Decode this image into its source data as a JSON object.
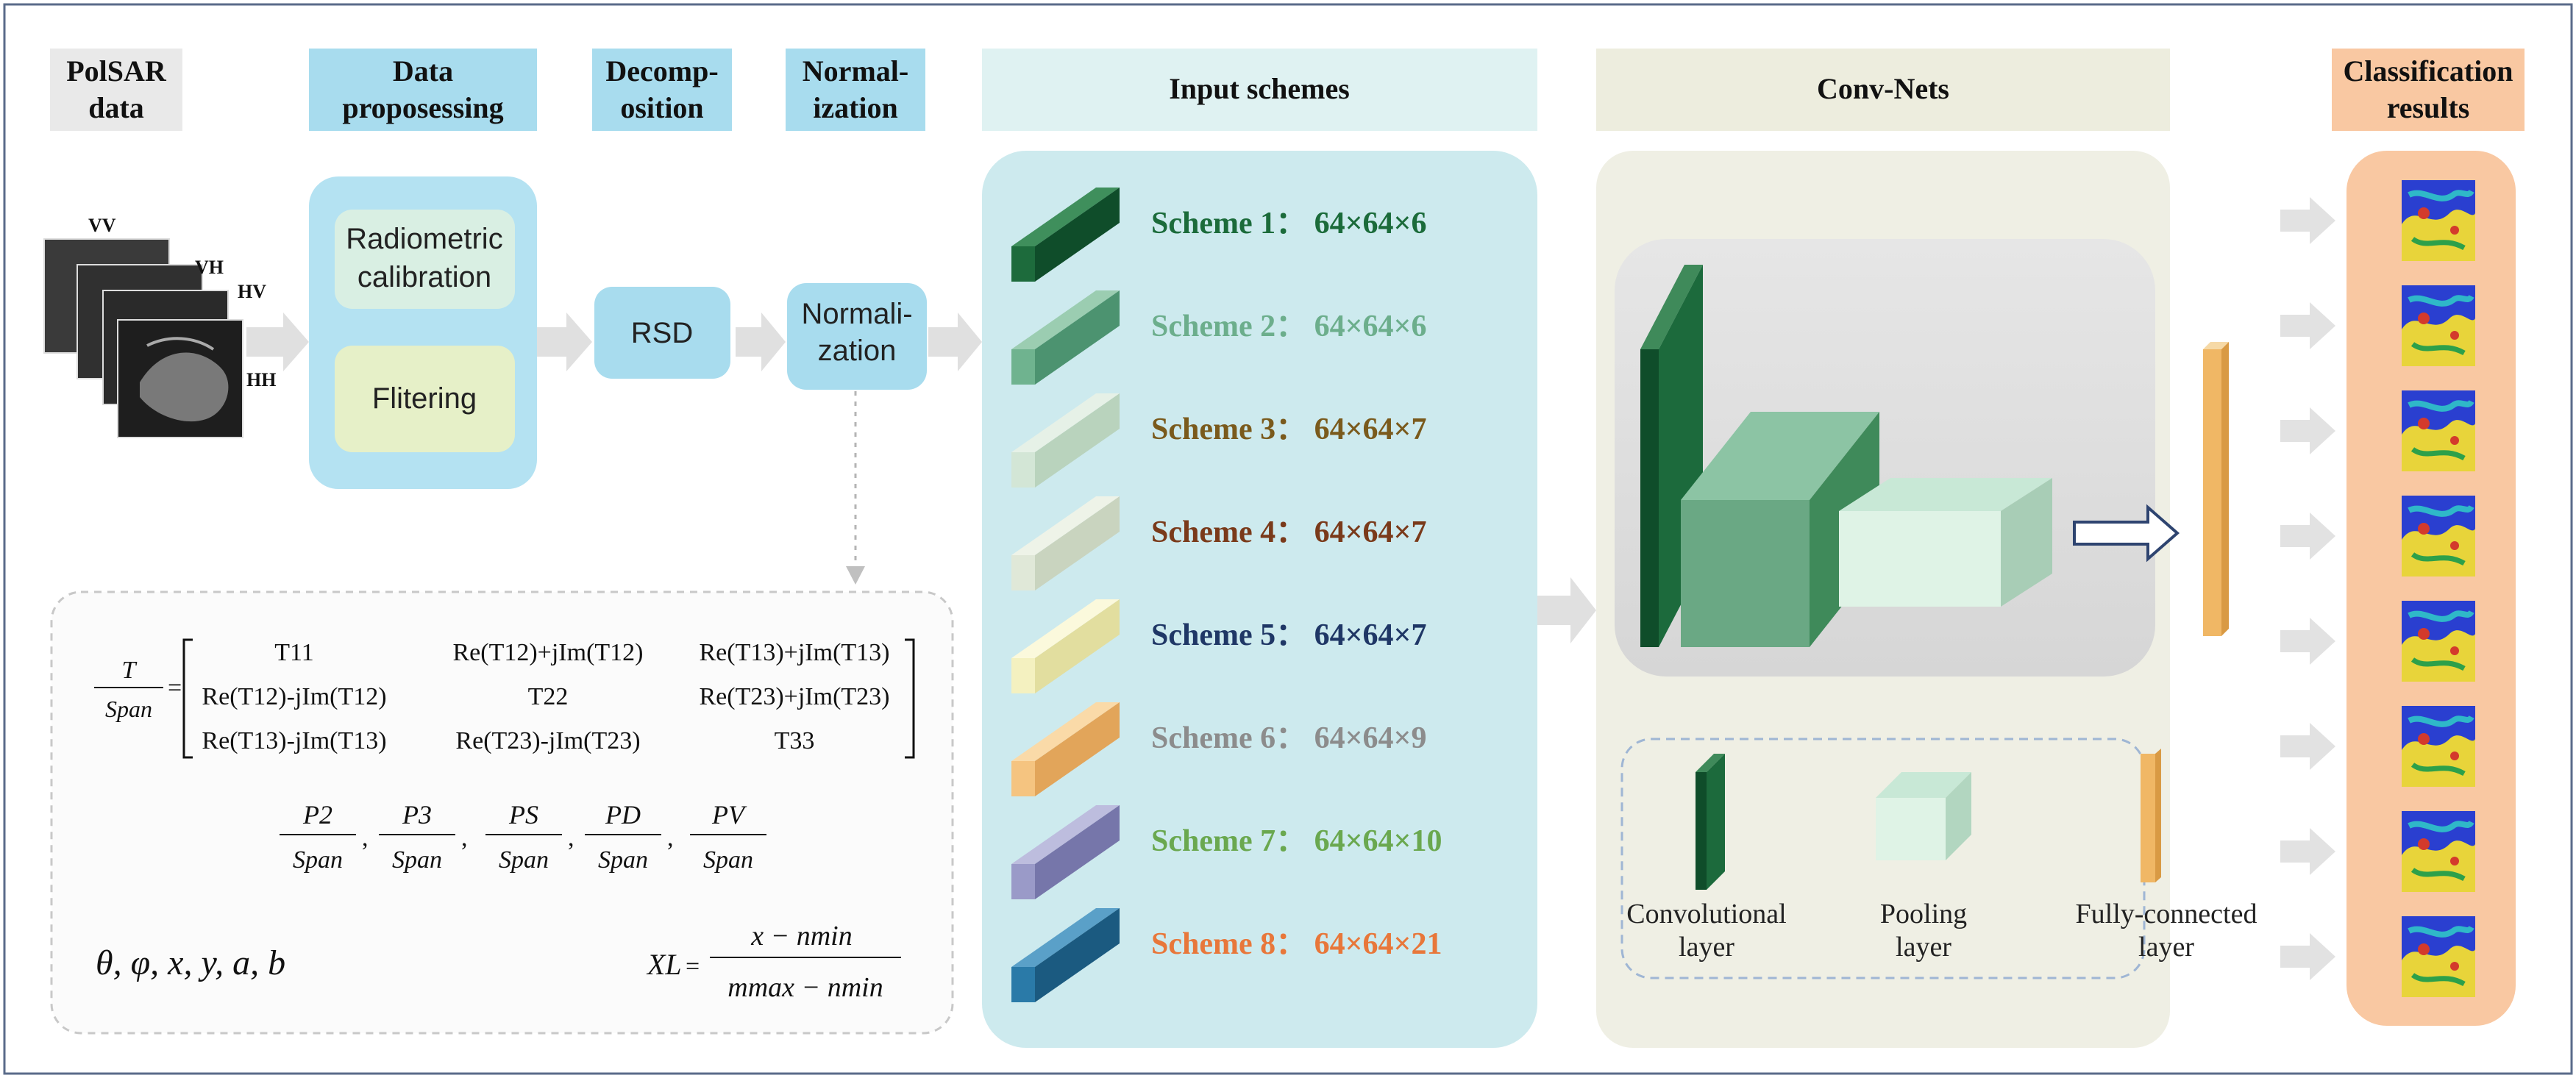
{
  "headers": {
    "polsar": [
      "PolSAR",
      "data"
    ],
    "processing": [
      "Data",
      "proposessing"
    ],
    "decomposition": [
      "Decomp-",
      "osition"
    ],
    "normalization": [
      "Normal-",
      "ization"
    ],
    "input_schemes": "Input schemes",
    "conv_nets": "Conv-Nets",
    "results": [
      "Classification",
      "results"
    ]
  },
  "polsar_layers": [
    "VV",
    "VH",
    "HV",
    "HH"
  ],
  "processing_steps": {
    "radiometric": [
      "Radiometric",
      "calibration"
    ],
    "filtering": "Flitering"
  },
  "rsd_label": "RSD",
  "normalization_box": [
    "Normali-",
    "zation"
  ],
  "schemes": [
    {
      "label": "Scheme 1",
      "size": "64×64×6",
      "color": "#1b6b3a"
    },
    {
      "label": "Scheme 2",
      "size": "64×64×6",
      "color": "#6cae8c"
    },
    {
      "label": "Scheme 3",
      "size": "64×64×7",
      "color": "#7a5a1c"
    },
    {
      "label": "Scheme 4",
      "size": "64×64×7",
      "color": "#7a3a1a"
    },
    {
      "label": "Scheme 5",
      "size": "64×64×7",
      "color": "#1f3766"
    },
    {
      "label": "Scheme 6",
      "size": "64×64×9",
      "color": "#8c8c8c"
    },
    {
      "label": "Scheme 7",
      "size": "64×64×10",
      "color": "#6aa84f"
    },
    {
      "label": "Scheme 8",
      "size": "64×64×21",
      "color": "#e8773a"
    }
  ],
  "scheme_separator": "：",
  "legend": {
    "conv": [
      "Convolutional",
      "layer"
    ],
    "pool": [
      "Pooling",
      "layer"
    ],
    "fc": [
      "Fully-connected",
      "layer"
    ]
  },
  "formula": {
    "lhs_num": "T",
    "lhs_den": "Span",
    "matrix": [
      [
        "T11",
        "Re(T12)+jIm(T12)",
        "Re(T13)+jIm(T13)"
      ],
      [
        "Re(T12)-jIm(T12)",
        "T22",
        "Re(T23)+jIm(T23)"
      ],
      [
        "Re(T13)-jIm(T13)",
        "Re(T23)-jIm(T23)",
        "T33"
      ]
    ],
    "ratios": [
      "P2",
      "P3",
      "PS",
      "PD",
      "PV"
    ],
    "params": "θ, φ, x, y, a, b",
    "xl": "XL",
    "xl_num": "x − nmin",
    "xl_den": "mmax − nmin"
  }
}
